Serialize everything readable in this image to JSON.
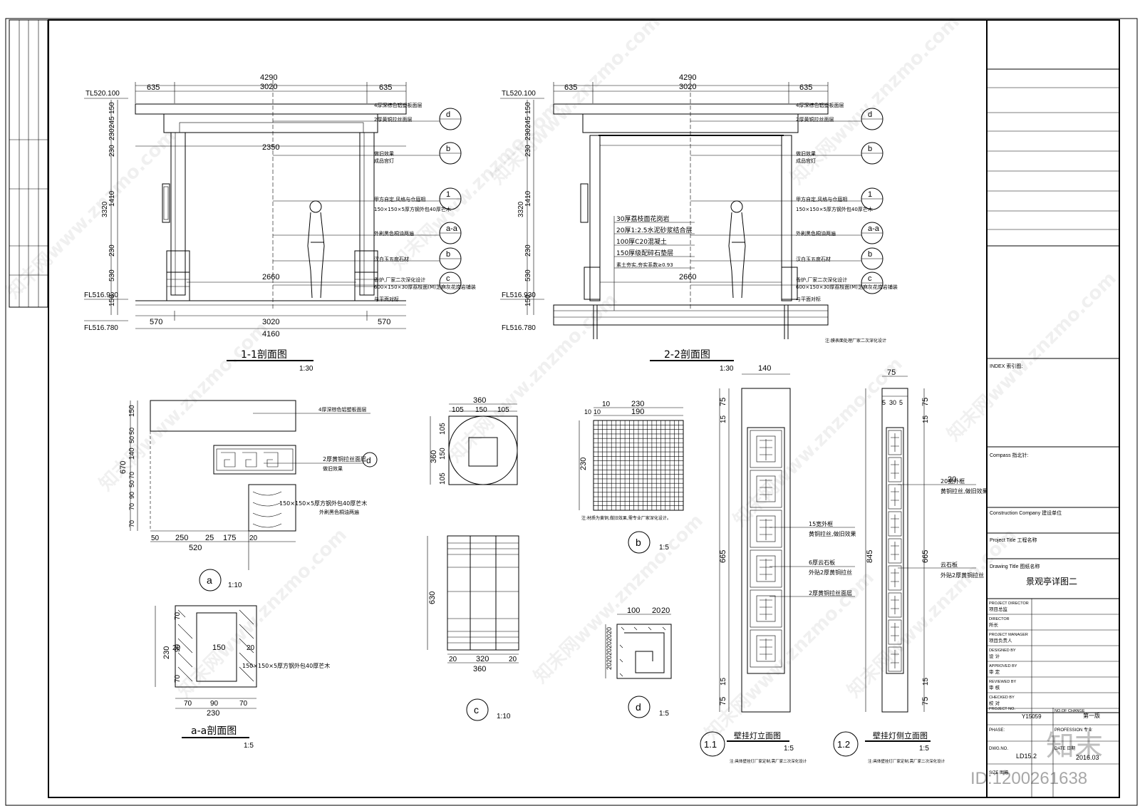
{
  "sheet": {
    "title_block": {
      "index_label": "INDEX 索引图:",
      "compass_label": "Compass 指北针:",
      "construction_label": "Construction Company  建设单位",
      "project_title_label": "Project Title  工程名称",
      "drawing_title_label": "Drawing Title  图纸名称",
      "drawing_title": "景观亭详图二",
      "roles": [
        {
          "en": "PROJECT DIRECTOR",
          "cn": "项目总监"
        },
        {
          "en": "DIRECTOR",
          "cn": "所长"
        },
        {
          "en": "PROJECT MANAGER",
          "cn": "项目负责人"
        },
        {
          "en": "DESIGNED BY",
          "cn": "设 计"
        },
        {
          "en": "APPROVED BY",
          "cn": "审 定"
        },
        {
          "en": "REVIEWED BY",
          "cn": "审 核"
        },
        {
          "en": "CHECKED BY",
          "cn": "校 对"
        }
      ],
      "project_no_label": "PROJECT NO.",
      "project_no": "Y15059",
      "no_of_change_label": "NO.OF CHANGE",
      "change_times": "第一版",
      "phase_label": "PHASE:",
      "profession_label": "PROFESSION 专业",
      "dwg_no_label": "DWG.NO.",
      "dwg_no": "LD15.2",
      "date_label": "DATE 日期",
      "date": "2016.03",
      "size_label": "SIZE 图幅"
    },
    "id_stamp": "ID:1200261638",
    "logo_text": "知末",
    "watermark": "知末网www.znzmo.com"
  },
  "sections": {
    "s11": {
      "title": "1-1剖面图",
      "scale": "1:30",
      "top_dims": [
        "635",
        "4290",
        "3020",
        "635"
      ],
      "level_top": "TL520.100",
      "level_floor": "FL516.930",
      "level_ground": "FL516.780",
      "span_inner": "2350",
      "span_floor": "2660",
      "bottom_dims": [
        "570",
        "3020",
        "570",
        "4160"
      ],
      "left_dims": [
        "150",
        "245",
        "230",
        "230",
        "3320",
        "1410",
        "230",
        "530",
        "150"
      ],
      "notes": [
        "4厚深棕色铝塑板面层",
        "2厚黄铜拉丝面层",
        "做旧效果",
        "成品宫灯",
        "甲方自定,风格与仓庭相",
        "150×150×5厚方钢外包40厚芒木",
        "外刷黑色桐油两遍",
        "汉白玉五度石材",
        "香炉,厂家二次深化设计",
        "600×150×30厚荔枝面(M)芝麻灰花岗岩铺装",
        "与平面对标"
      ]
    },
    "s22": {
      "title": "2-2剖面图",
      "scale": "1:30",
      "top_dims": [
        "635",
        "4290",
        "3020",
        "635"
      ],
      "level_top": "TL520.100",
      "level_floor": "FL516.930",
      "level_ground": "FL516.780",
      "span_floor": "2660",
      "layers": [
        "30厚荔枝面花岗岩",
        "20厚1:2.5水泥砂浆结合层",
        "100厚C20混凝土",
        "150厚级配碎石垫层",
        "素土夯实,夯实系数≥0.93"
      ],
      "footnote": "注:膜表面处理厂家二次深化设计"
    },
    "da": {
      "label": "a",
      "scale": "1:10",
      "dims": [
        "150",
        "50",
        "50",
        "140",
        "70",
        "50",
        "90",
        "70",
        "70",
        "670",
        "50",
        "250",
        "25",
        "175",
        "20",
        "520"
      ]
    },
    "dc": {
      "label": "c",
      "scale": "1:10",
      "dims": [
        "360",
        "105",
        "150",
        "105",
        "320",
        "20",
        "20",
        "630"
      ]
    },
    "db": {
      "label": "b",
      "scale": "1:5",
      "dims": [
        "10",
        "230",
        "10",
        "10",
        "190",
        "230"
      ],
      "note": "注:材质为黄铜,做旧效果,需专业厂家深化设计。"
    },
    "dd": {
      "label": "d",
      "scale": "1:5",
      "dims": [
        "100",
        "20",
        "20"
      ]
    },
    "aa": {
      "title": "a-a剖面图",
      "scale": "1:5",
      "dims": [
        "70",
        "90",
        "70",
        "230",
        "20",
        "150",
        "20"
      ],
      "note": "150×150×5厚方钢外包40厚芒木"
    },
    "e11": {
      "label": "1.1",
      "title": "壁挂灯立面图",
      "scale": "1:5",
      "dims": [
        "140",
        "75",
        "15",
        "665",
        "15",
        "75"
      ],
      "notes": [
        "15宽外框",
        "黄铜拉丝,做旧效果",
        "6厚云石板",
        "外贴2厚黄铜拉丝",
        "2厚黄铜拉丝面层"
      ],
      "footnote": "注:具体壁挂灯厂家定制,需厂家二次深化设计"
    },
    "e12": {
      "label": "1.2",
      "title": "壁挂灯侧立面图",
      "scale": "1:5",
      "dims": [
        "75",
        "15",
        "5",
        "30",
        "5",
        "15",
        "845",
        "665",
        "20",
        "15",
        "75"
      ],
      "notes": [
        "20宽外框",
        "黄铜拉丝,做旧效果",
        "云石板",
        "外贴2厚黄铜拉丝"
      ],
      "footnote": "注:具体壁挂灯厂家定制,需厂家二次深化设计"
    }
  }
}
